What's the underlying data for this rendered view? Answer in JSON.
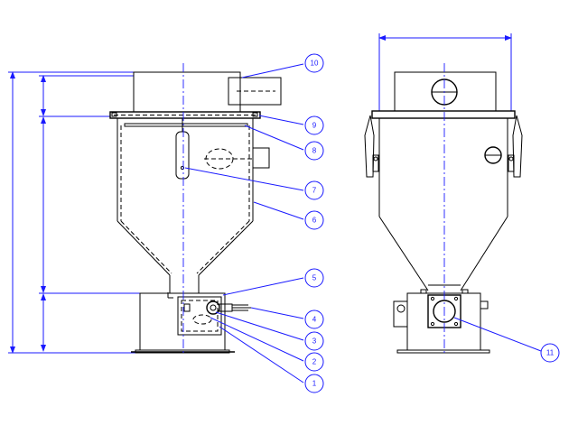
{
  "callouts": [
    "1",
    "2",
    "3",
    "4",
    "5",
    "6",
    "7",
    "8",
    "9",
    "10",
    "11"
  ],
  "colors": {
    "line": "#000000",
    "dimension": "#1a1aff",
    "background": "#ffffff"
  }
}
